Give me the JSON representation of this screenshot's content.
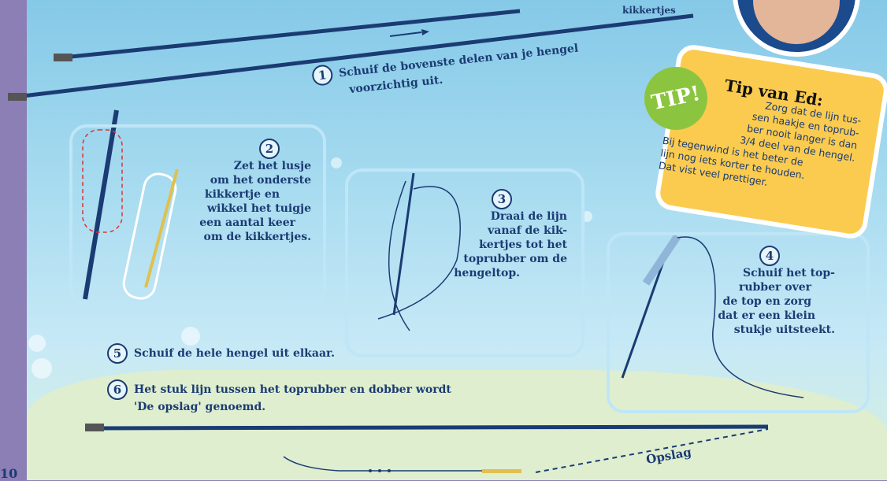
{
  "header": {
    "top_label": "kikkertjes"
  },
  "steps": {
    "s1": {
      "num": "1",
      "text_line1": "Schuif de bovenste delen van je hengel",
      "text_line2": "voorzichtig uit."
    },
    "s2": {
      "num": "2",
      "lines": [
        "Zet het lusje",
        "om het onderste",
        "kikkertje en",
        "wikkel het tuigje",
        "een aantal keer",
        "om de kikkertjes."
      ]
    },
    "s3": {
      "num": "3",
      "lines": [
        "Draai de lijn",
        "vanaf de kik-",
        "kertjes tot het",
        "toprubber om de",
        "hengeltop."
      ]
    },
    "s4": {
      "num": "4",
      "lines": [
        "Schuif het top-",
        "rubber over",
        "de top en zorg",
        "dat er een klein",
        "stukje uitsteekt."
      ]
    },
    "s5": {
      "num": "5",
      "text": "Schuif de hele hengel uit elkaar."
    },
    "s6": {
      "num": "6",
      "text_line1": "Het stuk lijn tussen het toprubber en dobber wordt",
      "text_line2": "'De opslag' genoemd."
    }
  },
  "tip": {
    "badge": "TIP!",
    "title": "Tip van Ed:",
    "lines": [
      "Zorg dat de lijn tus-",
      "sen haakje en toprub-",
      "ber nooit langer is dan",
      "3/4 deel van de hengel.",
      "Bij tegenwind is het beter de",
      "lijn nog iets korter te houden.",
      "Dat vist veel prettiger."
    ]
  },
  "opslag_label": "Opslag",
  "page_number": "10",
  "colors": {
    "ink": "#1b3b73",
    "tip_bg": "#fbcb4f",
    "tip_badge": "#8bc53f",
    "water": "#a9dcf0",
    "frame": "#8b7fb6"
  }
}
